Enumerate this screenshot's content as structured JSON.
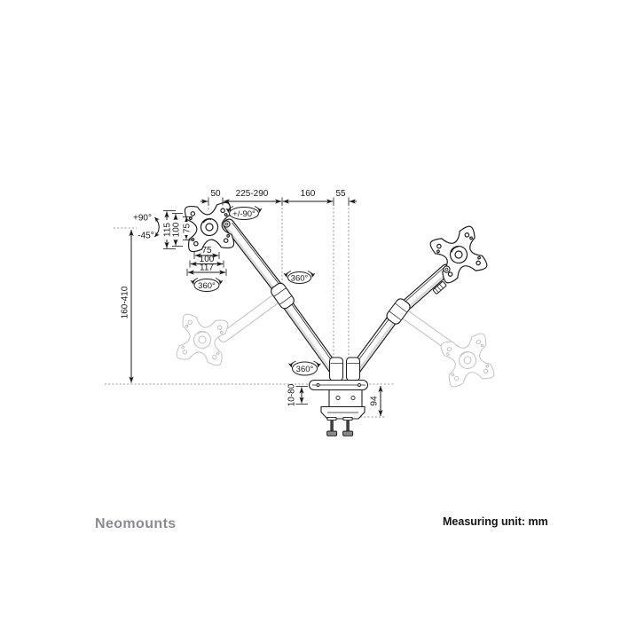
{
  "meta": {
    "type": "technical-dimension-diagram",
    "subject": "Dual-monitor gas-spring desk mount with clamp, shown with movement range ghosts",
    "measuring_unit": "mm"
  },
  "footer": {
    "brand": "Neomounts",
    "note": "Measuring unit: mm"
  },
  "labels": {
    "seg_50": "50",
    "seg_225_290": "225-290",
    "seg_160": "160",
    "seg_55": "55",
    "vesa_v_115": "115",
    "vesa_v_100": "100",
    "vesa_v_75": "75",
    "vesa_h_75": "75",
    "vesa_h_100": "100",
    "vesa_h_117": "117",
    "height_range": "160-410",
    "clamp_range": "10-80",
    "base_height": "94",
    "tilt_up": "+90°",
    "tilt_down": "-45°",
    "pivot_range": "+/-90°",
    "rotate_a": "360°",
    "rotate_b": "360°",
    "rotate_c": "360°"
  },
  "colors": {
    "line": "#1f1f1f",
    "dimension": "#1a1a1a",
    "ghost": "#c8c8c8",
    "dotted": "#7a7a7a",
    "brand_text": "#8b8b93",
    "background": "#ffffff"
  }
}
